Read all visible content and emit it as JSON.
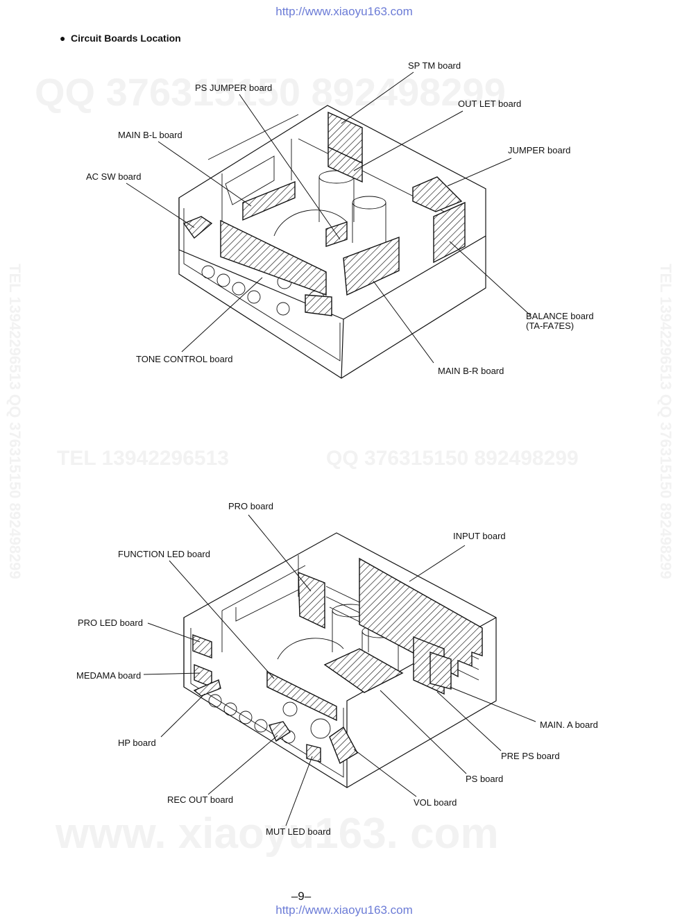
{
  "header": {
    "url_top": "http://www.xiaoyu163.com",
    "url_bottom": "http://www.xiaoyu163.com",
    "bullet": "●",
    "section_title": "Circuit Boards Location",
    "page_number": "–9–"
  },
  "watermarks": {
    "qq_top": "QQ 376315150   892498299",
    "tel_mid": "TEL 13942296513",
    "qq_mid": "QQ 376315150 892498299",
    "side_left": "TEL 13942296513 QQ 376315150 892498299",
    "side_right": "TEL 13942296513 QQ 376315150 892498299",
    "bottom": "www. xiaoyu163. com"
  },
  "diagram_top": {
    "labels": {
      "sp_tm": "SP TM board",
      "ps_jumper": "PS JUMPER board",
      "out_let": "OUT LET board",
      "main_bl": "MAIN B-L board",
      "jumper": "JUMPER board",
      "ac_sw": "AC SW board",
      "balance_1": "BALANCE board",
      "balance_2": "(TA-FA7ES)",
      "tone_control": "TONE CONTROL board",
      "main_br": "MAIN B-R board"
    }
  },
  "diagram_bottom": {
    "labels": {
      "pro": "PRO board",
      "input": "INPUT board",
      "function_led": "FUNCTION LED board",
      "pro_led": "PRO LED board",
      "medama": "MEDAMA board",
      "hp": "HP board",
      "main_a": "MAIN. A board",
      "pre_ps": "PRE PS board",
      "ps": "PS board",
      "rec_out": "REC OUT board",
      "vol": "VOL board",
      "mut_led": "MUT LED board"
    }
  }
}
